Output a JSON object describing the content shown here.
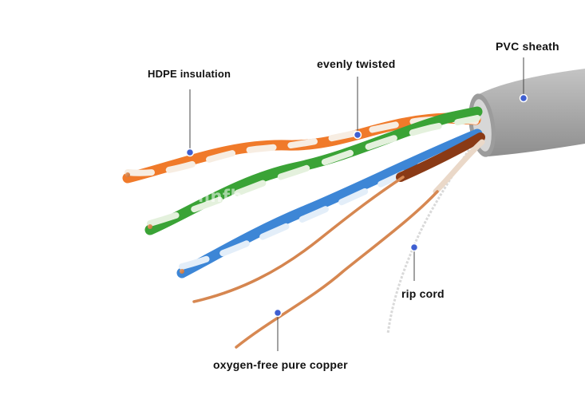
{
  "labels": {
    "hdpe_insulation": "HDPE  insulation",
    "evenly_twisted": "evenly twisted",
    "pvc_sheath": "PVC sheath",
    "rip_cord": "rip cord",
    "oxygen_free_copper": "oxygen-free pure copper"
  },
  "watermark": "hnfbe.com",
  "colors": {
    "sheath": "#a8a8a8",
    "orange": "#f07a2a",
    "green": "#3aa336",
    "blue": "#3d86d6",
    "brown": "#8a3a16",
    "copper": "#d98a52",
    "pointer_dot": "#3f5fd1",
    "leader_line": "#444444"
  }
}
